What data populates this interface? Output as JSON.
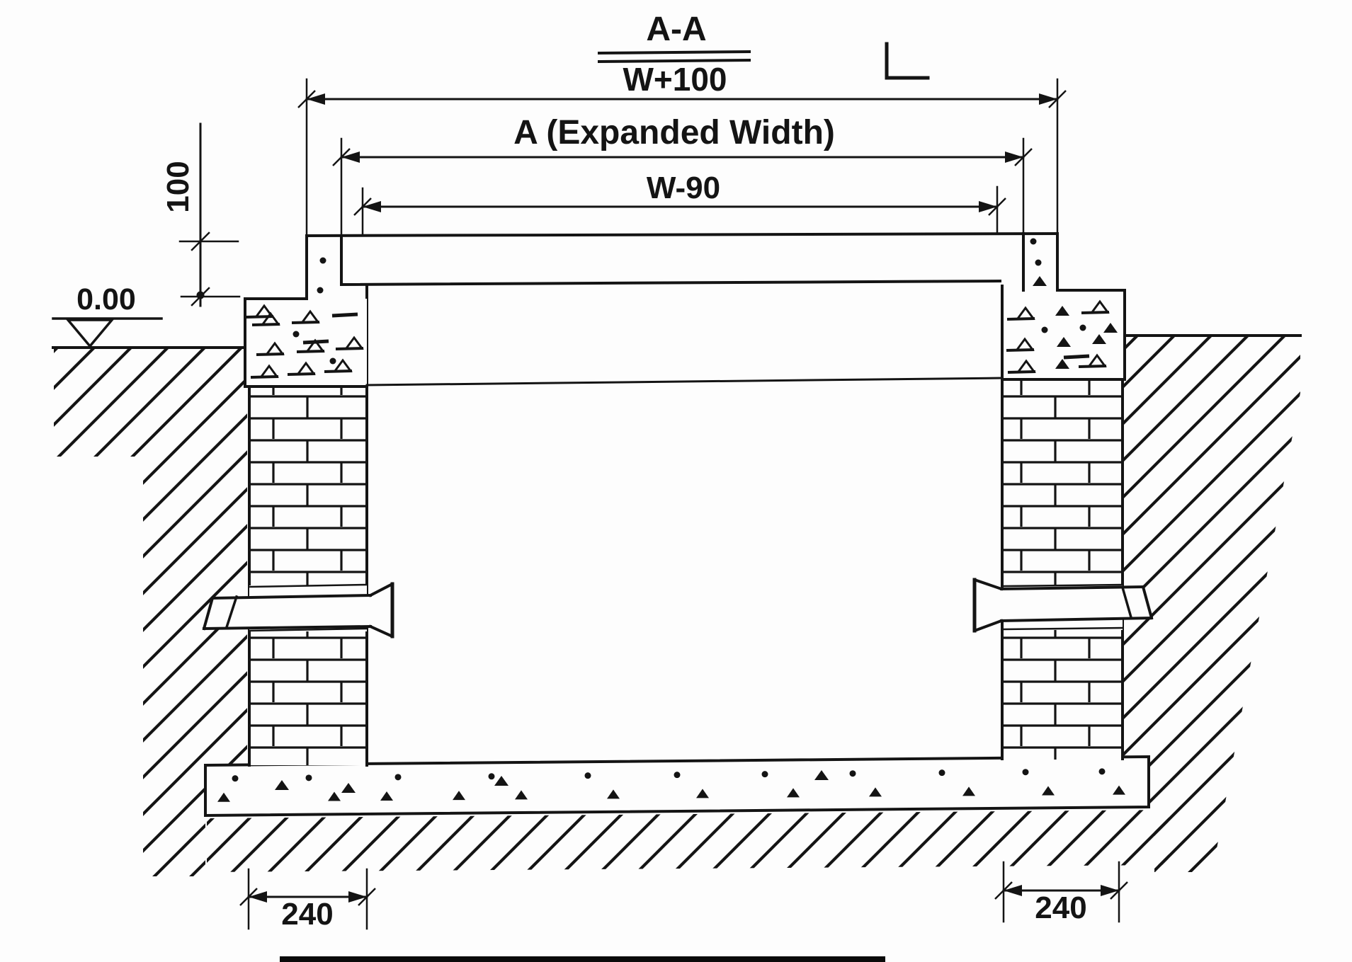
{
  "title": {
    "line1": "A-A",
    "line2": "W+100"
  },
  "dimensions": {
    "expanded_width": "A (Expanded Width)",
    "clear_width": "W-90",
    "collar_height": "100",
    "ground_level": "0.00",
    "left_wall_thickness": "240",
    "right_wall_thickness": "240"
  },
  "colors": {
    "ink": "#141414",
    "paper": "#fdfdfd"
  }
}
